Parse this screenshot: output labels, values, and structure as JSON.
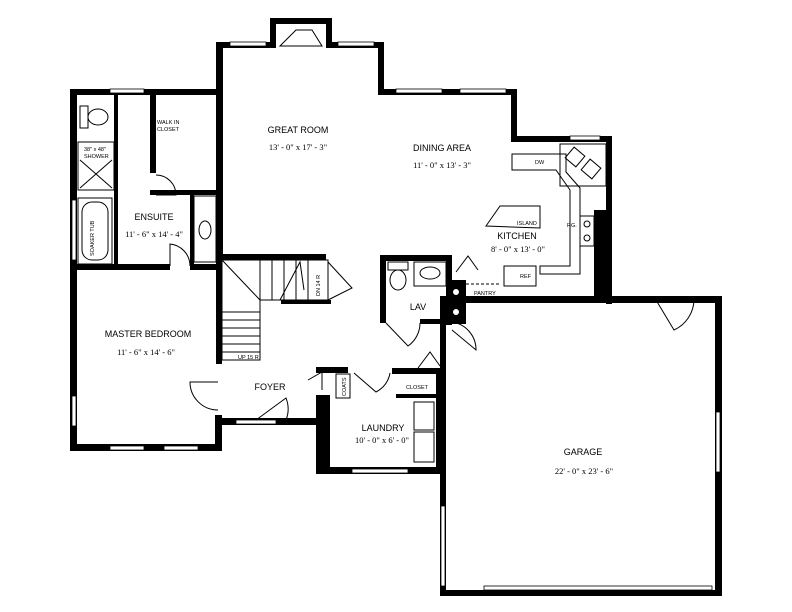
{
  "rooms": {
    "great_room": {
      "name": "GREAT ROOM",
      "dims": "13' - 0\" x 17' - 3\""
    },
    "dining_area": {
      "name": "DINING AREA",
      "dims": "11' - 0\" x 13' - 3\""
    },
    "kitchen": {
      "name": "KITCHEN",
      "dims": "8' - 0\" x 13' - 0\""
    },
    "ensuite": {
      "name": "ENSUITE",
      "dims": "11' - 6\" x 14' - 4\""
    },
    "master_bedroom": {
      "name": "MASTER BEDROOM",
      "dims": "11' - 6\" x 14' - 6\""
    },
    "foyer": {
      "name": "FOYER"
    },
    "lav": {
      "name": "LAV"
    },
    "laundry": {
      "name": "LAUNDRY",
      "dims": "10' - 0\" x 6' - 0\""
    },
    "garage": {
      "name": "GARAGE",
      "dims": "22' - 0\" x 23' - 6\""
    }
  },
  "labels": {
    "walk_in_closet_1": "WALK IN",
    "walk_in_closet_2": "CLOSET",
    "shower_1": "38\" x 48\"",
    "shower_2": "SHOWER",
    "soaker_tub": "SOAKER TUB",
    "dw": "DW",
    "island": "ISLAND",
    "rg": "RG.",
    "ref": "REF",
    "pantry": "PANTRY",
    "closet": "CLOSET",
    "coats": "COATS",
    "stair_down": "DN 14 R",
    "stair_up": "UP 15 R"
  }
}
